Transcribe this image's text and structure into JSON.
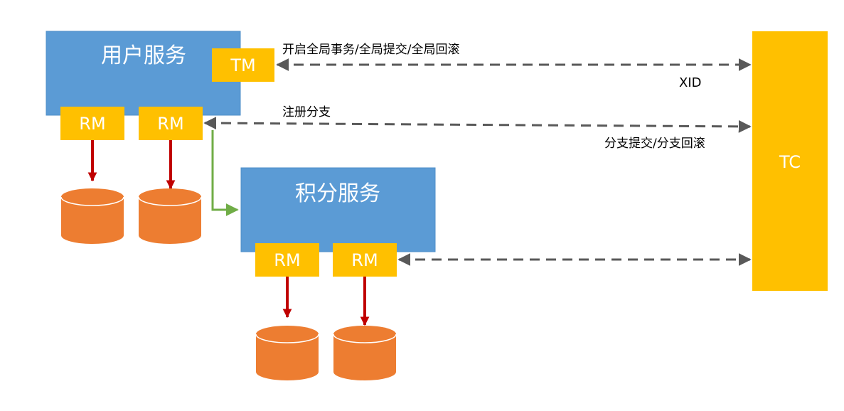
{
  "services": {
    "user_service": {
      "label": "用户服务"
    },
    "points_service": {
      "label": "积分服务"
    }
  },
  "components": {
    "tm": {
      "label": "TM"
    },
    "tc": {
      "label": "TC"
    },
    "rm_user_1": {
      "label": "RM"
    },
    "rm_user_2": {
      "label": "RM"
    },
    "rm_points_1": {
      "label": "RM"
    },
    "rm_points_2": {
      "label": "RM"
    }
  },
  "edges": {
    "tm_tc": {
      "label_top": "开启全局事务/全局提交/全局回滚",
      "label_bottom": "XID"
    },
    "rm_tc": {
      "label_top": "注册分支",
      "label_bottom": "分支提交/分支回滚"
    }
  },
  "colors": {
    "service_fill": "#5b9bd5",
    "component_fill": "#ffc000",
    "db_fill": "#ed7d31",
    "arrow_gray": "#595959",
    "arrow_red": "#c00000",
    "arrow_green": "#70ad47"
  }
}
